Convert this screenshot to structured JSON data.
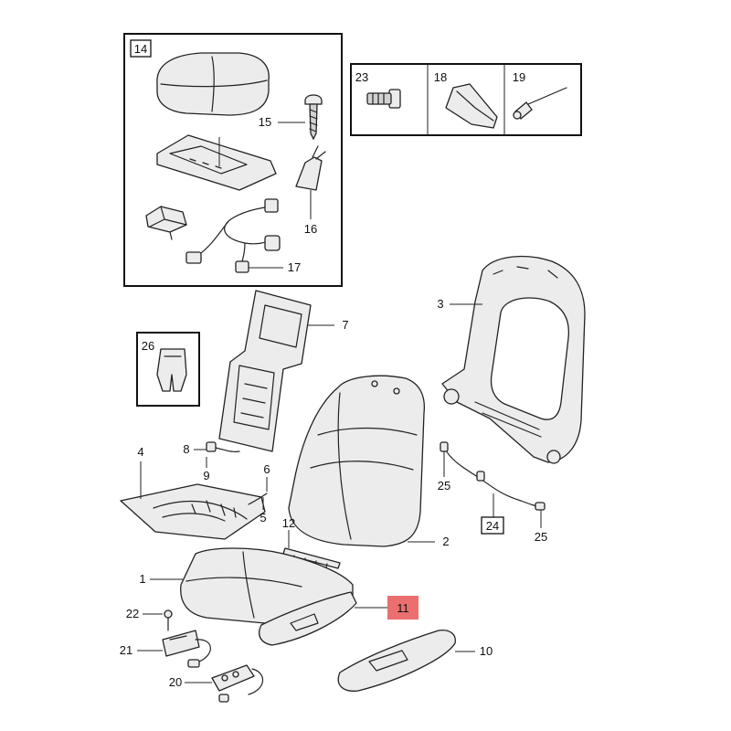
{
  "diagram": {
    "labels": {
      "l1": "1",
      "l2": "2",
      "l3": "3",
      "l4": "4",
      "l5": "5",
      "l6": "6",
      "l7": "7",
      "l8": "8",
      "l9": "9",
      "l10": "10",
      "l11": "11",
      "l12": "12",
      "l14": "14",
      "l15": "15",
      "l16": "16",
      "l17": "17",
      "l18": "18",
      "l19": "19",
      "l20": "20",
      "l21": "21",
      "l22": "22",
      "l23": "23",
      "l24": "24",
      "l25a": "25",
      "l25b": "25",
      "l26": "26"
    },
    "highlight_color": "#ec6f6f"
  }
}
